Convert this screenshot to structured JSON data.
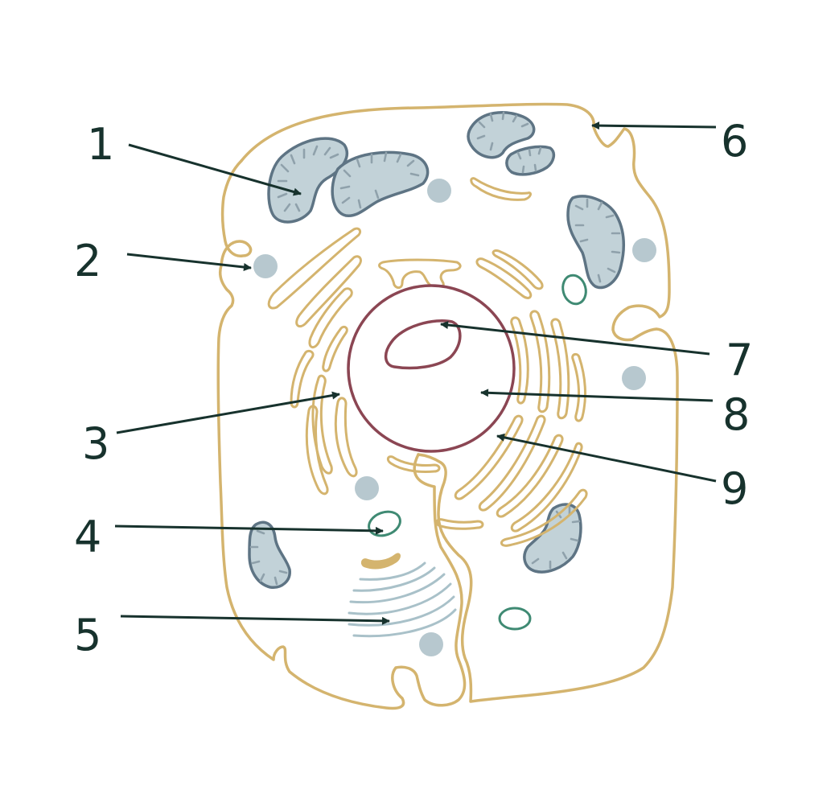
{
  "labels": [
    "1",
    "2",
    "3",
    "4",
    "5",
    "6",
    "7",
    "8",
    "9"
  ],
  "colors": {
    "membrane": "#d4b46e",
    "mitochondria_fill": "#c2d2d8",
    "mitochondria_stroke": "#5e7484",
    "ribosome": "#b7c8cf",
    "vesicle": "#3f8a73",
    "nucleus": "#8b4653",
    "golgi": "#a9c1c9",
    "arrows_and_labels": "#17322d"
  }
}
